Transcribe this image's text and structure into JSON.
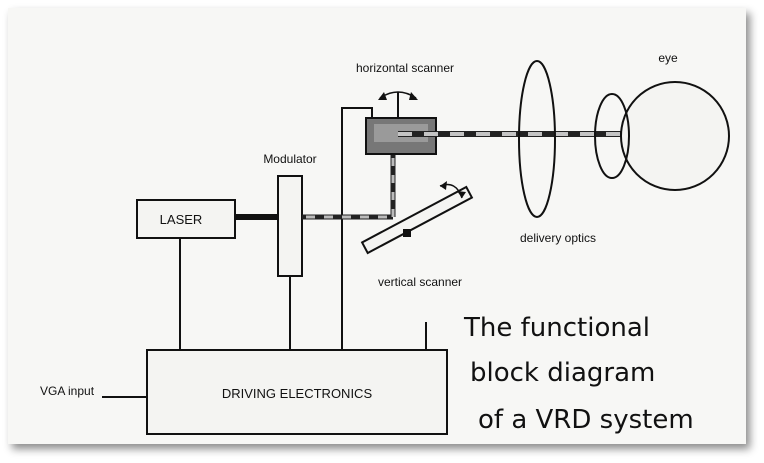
{
  "labels": {
    "laser": "LASER",
    "modulator": "Modulator",
    "horizontal_scanner": "horizontal scanner",
    "vertical_scanner": "vertical scanner",
    "delivery_optics": "delivery optics",
    "eye": "eye",
    "driving_electronics": "DRIVING ELECTRONICS",
    "vga_input": "VGA input"
  },
  "title_lines": [
    "The functional",
    "block diagram",
    "of a VRD system"
  ]
}
